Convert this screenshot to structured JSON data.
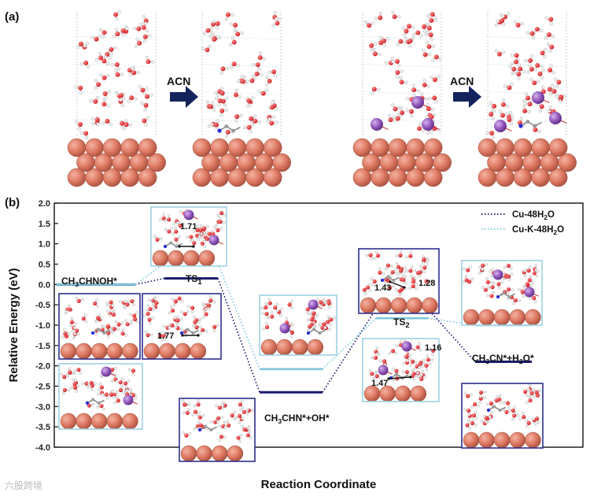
{
  "panel_labels": {
    "a": "(a)",
    "b": "(b)"
  },
  "arrows": [
    "ACN",
    "ACN"
  ],
  "watermark": "六股跨境",
  "colors": {
    "cu": "#df7a63",
    "k": "#8e52b8",
    "series1": "#1a1a6e",
    "series2": "#7fc6da",
    "box_dark": "#2e2e8c",
    "box_light": "#9fd0e3"
  },
  "chart_data": {
    "type": "line",
    "xlabel": "Reaction Coordinate",
    "ylabel": "Relative Energy (eV)",
    "ylim": [
      -4.0,
      2.0
    ],
    "yticks": [
      "2.0",
      "1.5",
      "1.0",
      "0.5",
      "0.0",
      "-0.5",
      "-1.0",
      "-1.5",
      "-2.0",
      "-2.5",
      "-3.0",
      "-3.5",
      "-4.0"
    ],
    "legend_position": "top-right",
    "states": [
      {
        "label": "CH3CHNOH*",
        "display": [
          "CH",
          "3",
          "CHNOH*"
        ]
      },
      {
        "label": "TS1",
        "display": [
          "TS",
          "1",
          ""
        ]
      },
      {
        "label": "CH3CHN*+OH*",
        "display": [
          "CH",
          "3",
          "CHN*+OH*"
        ]
      },
      {
        "label": "TS2",
        "display": [
          "TS",
          "2",
          ""
        ]
      },
      {
        "label": "CH3CN*+H2O*",
        "display": [
          "CH",
          "3",
          "CN*+H",
          "2",
          "O*"
        ]
      }
    ],
    "series": [
      {
        "name": "Cu-48H2O",
        "legend": [
          "Cu-48H",
          "2",
          "O"
        ],
        "values": [
          0.0,
          0.15,
          -2.65,
          -0.6,
          -1.9
        ]
      },
      {
        "name": "Cu-K-48H2O",
        "legend": [
          "Cu-K-48H",
          "2",
          "O"
        ],
        "values": [
          0.0,
          0.52,
          -2.08,
          -0.83,
          -1.0
        ]
      }
    ],
    "distances": [
      "1.71",
      "1.77",
      "1.43",
      "1.28",
      "1.16",
      "1.47"
    ]
  }
}
